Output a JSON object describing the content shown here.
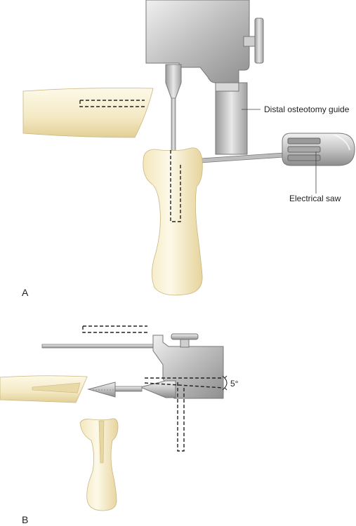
{
  "figure": {
    "panel_a": {
      "letter": "A",
      "labels": {
        "guide": "Distal osteotomy guide",
        "saw": "Electrical saw"
      }
    },
    "panel_b": {
      "letter": "B",
      "angle": "5°"
    }
  },
  "colors": {
    "bone_light": "#fbf6e2",
    "bone_mid": "#f1e4b8",
    "bone_dark": "#cfbf8c",
    "metal_light": "#e6e6e6",
    "metal_mid": "#bdbdbd",
    "metal_dark": "#8f8f8f"
  }
}
